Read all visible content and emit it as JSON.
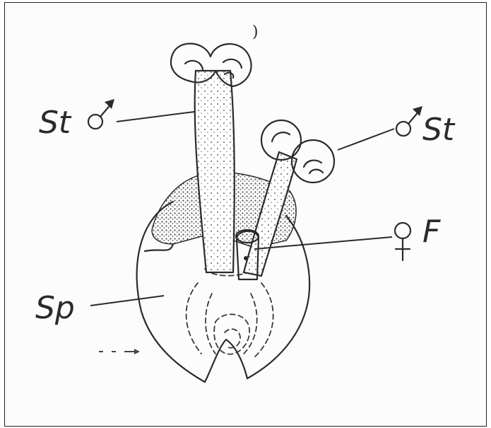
{
  "labels": {
    "stamen_left": "St",
    "stamen_right": "St",
    "pistil": "F",
    "sepal": "Sp",
    "page_mark": ")"
  },
  "symbols": {
    "male": "♂",
    "female": "♀"
  },
  "colors": {
    "ink": "#2b2b2b",
    "stipple": "#4a4a4a",
    "background": "#fcfcfc"
  }
}
